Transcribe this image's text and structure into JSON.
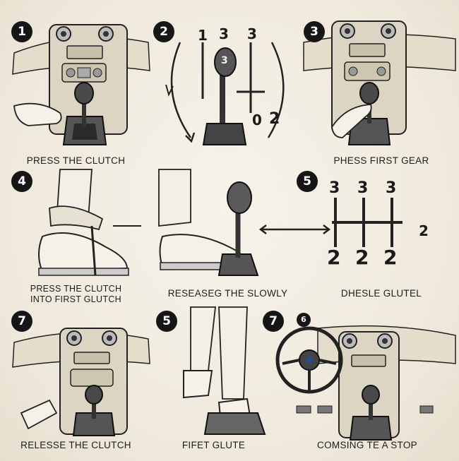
{
  "panels": [
    {
      "badge": "1",
      "caption": "PRESS THE CLUTCH"
    },
    {
      "badge": "2",
      "gear_labels": [
        "1",
        "3",
        "3",
        "3",
        "0",
        "2"
      ]
    },
    {
      "badge": "3",
      "caption": "PHESS FIRST GEAR"
    },
    {
      "badge": "4",
      "caption_line1": "PRESS THE CLUTCH",
      "caption_line2": "INTO FIRST GLUTCH"
    },
    {
      "caption": "RESEASEG THE SLOWLY"
    },
    {
      "badge": "5",
      "caption": "DHESLE GLUTEL",
      "gear_top": [
        "3",
        "3",
        "3"
      ],
      "gear_bottom": [
        "2",
        "2",
        "2"
      ],
      "gear_side": "2"
    },
    {
      "badge": "7",
      "caption": "RELESSE THE CLUTCH"
    },
    {
      "badge": "5",
      "caption": "FIFET GLUTE"
    },
    {
      "badge": "7",
      "badge_small": "6",
      "caption": "COMSING TE A STOP"
    }
  ],
  "colors": {
    "ink": "#1c1c1c",
    "paper": "#f2ede2",
    "badge": "#161616",
    "badge_text": "#ffffff"
  }
}
